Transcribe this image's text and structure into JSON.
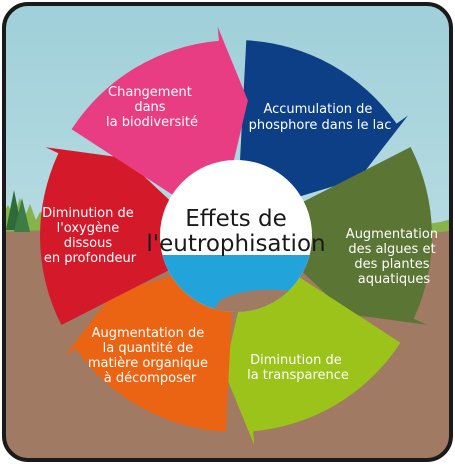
{
  "center_title": [
    "Effets de",
    "l'eutrophisation"
  ],
  "segments": [
    {
      "id": "phosphore",
      "lines": [
        "Accumulation de",
        "phosphore dans le lac"
      ],
      "color": "#0d3f87"
    },
    {
      "id": "algues",
      "lines": [
        "Augmentation",
        "des algues et",
        "des plantes",
        "aquatiques"
      ],
      "color": "#5b7535"
    },
    {
      "id": "transparence",
      "lines": [
        "Diminution de",
        "la transparence"
      ],
      "color": "#9cc31a"
    },
    {
      "id": "matiere",
      "lines": [
        "Augmentation de",
        "la quantité de",
        "matière organique",
        "à décomposer"
      ],
      "color": "#ea6414"
    },
    {
      "id": "oxygene",
      "lines": [
        "Diminution de",
        "l'oxygène",
        "dissous",
        "en profondeur"
      ],
      "color": "#d4192b"
    },
    {
      "id": "biodiversite",
      "lines": [
        "Changement",
        "dans",
        "la biodiversité"
      ],
      "color": "#e83d83"
    }
  ],
  "colors": {
    "sky_top": "#9fcfd9",
    "sky_bottom": "#cde7ea",
    "ground": "#a07a62",
    "grass": "#86b34a",
    "lake": "#22a3da",
    "frame": "#1a1a1a",
    "center": "#ffffff"
  }
}
